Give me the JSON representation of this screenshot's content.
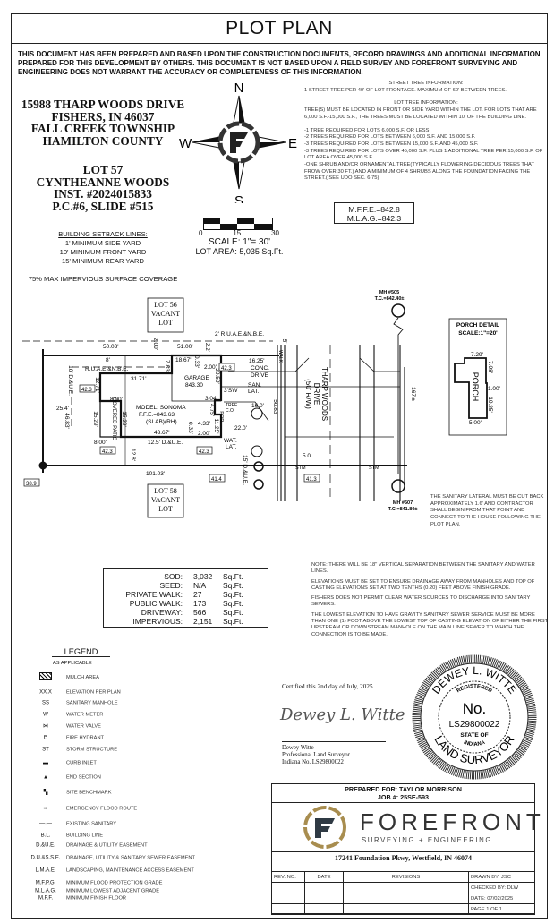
{
  "title": "PLOT PLAN",
  "disclaimer": "THIS DOCUMENT HAS BEEN PREPARED AND BASED UPON THE CONSTRUCTION DOCUMENTS, RECORD DRAWINGS AND ADDITIONAL INFORMATION PREPARED FOR THIS DEVELOPMENT BY OTHERS. THIS DOCUMENT IS NOT BASED UPON A FIELD SURVEY AND FOREFRONT SURVEYING AND ENGINEERING DOES NOT WARRANT THE ACCURACY OR COMPLETENESS OF THIS INFORMATION.",
  "address": [
    "15988 THARP WOODS DRIVE",
    "FISHERS, IN 46037",
    "FALL CREEK TOWNSHIP",
    "HAMILTON COUNTY"
  ],
  "lot": {
    "number": "LOT 57",
    "subdivision": "CYNTHEANNE WOODS",
    "inst": "INST. #2024015833",
    "slide": "P.C.#6, SLIDE #515"
  },
  "setback": {
    "heading": "BUILDING SETBACK LINES:",
    "lines": [
      "1' MINIMUM SIDE YARD",
      "10' MINIMUM FRONT YARD",
      "15' MINIMUM REAR YARD"
    ]
  },
  "impervious_note": "75% MAX IMPERVIOUS SURFACE COVERAGE",
  "compass": {
    "n": "N",
    "s": "S",
    "e": "E",
    "w": "W"
  },
  "scale": {
    "ticks": [
      "0",
      "15",
      "30"
    ],
    "label": "SCALE:  1\"=  30'",
    "lot_area": "LOT AREA: 5,035 Sq.Ft."
  },
  "trees": {
    "street_heading": "STREET TREE INFORMATION:",
    "street_text": "1 STREET TREE PER 40' OF LOT FRONTAGE. MAXIMUM OF 60' BETWEEN TREES.",
    "lot_heading": "LOT TREE INFORMATION:",
    "lot_text": "TREE(S) MUST BE LOCATED IN FRONT OR SIDE YARD WITHIN THE LOT. FOR LOTS THAT ARE 6,000 S.F.-15,000 S.F., THE TREES MUST BE LOCATED WITHIN 10' OF THE BUILDING LINE.",
    "rules": [
      "-1 TREE REQUIRED FOR LOTS 6,000 S.F. OR LESS",
      "-2 TREES REQUIRED FOR LOTS BETWEEN 6,000 S.F. AND 15,000 S.F.",
      "-3 TREES REQUIRED FOR LOTS BETWEEN 15,000 S.F. AND 45,000 S.F.",
      "-3 TREES REQUIRED FOR LOTS OVER 45,000 S.F. PLUS 1 ADDITIONAL TREE PER 15,000 S.F. OF LOT AREA OVER 45,000 S.F.",
      "-ONE SHRUB AND/OR ORNAMENTAL TREE(TYPICALLY FLOWERING DECIDOUS TREES THAT FROW OVER 30 FT.) AND A MINIMUM OF 4 SHRUBS ALONG THE FOUNDATION FACING THE STREET.( SEE UDO SEC. 6.75)"
    ]
  },
  "elevations": {
    "mffe": "M.F.F.E.=842.8",
    "mlag": "M.L.A.G.=842.3"
  },
  "plan": {
    "lot56": [
      "LOT 56",
      "VACANT",
      "LOT"
    ],
    "lot58": [
      "LOT 58",
      "VACANT",
      "LOT"
    ],
    "dims": {
      "d5003": "50.03'",
      "d51": "51.00'",
      "d200": "2.00'",
      "d22": "2.2'",
      "ruae_top": "2' R.U.A.E.&N.B.E.",
      "d5": "5'",
      "d8": "8'",
      "ruae": "R.U.A.E.&N.B.E.",
      "d3171": "31.71'",
      "d1867": "18.67'",
      "d033": "0.33'",
      "d783": "7.83'",
      "d200b": "2.00'",
      "d2050": "20.50'",
      "garage": "GARAGE",
      "garage_el": "843.30",
      "d1271": "12.71'",
      "d800": "8.00'",
      "d10": "10' D.&U.E.",
      "d254": "25.4'",
      "d4683": "46.83'",
      "d1529a": "15.29'",
      "d1529b": "15.29'",
      "patio": "COVERED PATIO",
      "model": "MODEL: SONOMA",
      "ffe": "F.F.E.=843.63",
      "slab": "(SLAB)(RH)",
      "d304": "3.04'",
      "d475": "4.75'",
      "d433": "4.33'",
      "d033b": "0.33'",
      "d200c": "2.00'",
      "d1125": "11.25'",
      "d4367": "43.67'",
      "d800b": "8.00'",
      "d125": "12.5' D.&U.E.",
      "d128": "12.8'",
      "d10103": "101.03'",
      "d15": "15' D.&U.E.",
      "d1625": "16.25'",
      "conc": "CONC.",
      "drive": "DRIVE",
      "sw": "3'SW",
      "san": "SAN.",
      "lat": "LAT.",
      "tree": "TREE",
      "co": "C.O.",
      "por": "POR.",
      "d160": "16.0'",
      "d220": "22.0'",
      "wat": "WAT.",
      "wlat": "LAT.",
      "d5083": "50.83'",
      "walk": "WALK",
      "d50": "5.0'",
      "d167": "167'±",
      "stm": "STM",
      "street1": "THARP WOODS",
      "street2": "DRIVE",
      "street3": "(50' R/W)"
    },
    "spot_elevations": [
      "42.3",
      "42.3",
      "42.3",
      "42.3",
      "41.4",
      "41.3",
      "38.9"
    ],
    "mh505": [
      "MH #505",
      "T.C.=842.40±"
    ],
    "mh507": [
      "MH #507",
      "T.C.=841.80±"
    ],
    "porch": {
      "title": "PORCH DETAIL",
      "scale": "SCALE:1\"=20'",
      "label": "PORCH",
      "dims": [
        "7.29'",
        "7.08'",
        "1.00'",
        "10.25'",
        "5.00'"
      ]
    }
  },
  "lateral_note": "THE SANITARY LATERAL MUST BE CUT BACK APPROXIMATELY 1.6' AND CONTRACTOR SHALL BEGIN FROM THAT POINT AND CONNECT TO THE HOUSE FOLLOWING THE PLOT PLAN.",
  "quantities": [
    {
      "label": "SOD:",
      "value": "3,032",
      "unit": "Sq.Ft."
    },
    {
      "label": "SEED:",
      "value": "N/A",
      "unit": "Sq.Ft."
    },
    {
      "label": "PRIVATE WALK:",
      "value": "27",
      "unit": "Sq.Ft."
    },
    {
      "label": "PUBLIC WALK:",
      "value": "173",
      "unit": "Sq.Ft."
    },
    {
      "label": "DRIVEWAY:",
      "value": "566",
      "unit": "Sq.Ft."
    },
    {
      "label": "IMPERVIOUS:",
      "value": "2,151",
      "unit": "Sq.Ft."
    }
  ],
  "notes": [
    "NOTE: THERE WILL BE 18\" VERTICAL SEPARATION BETWEEN THE SANITARY AND WATER LINES.",
    "ELEVATIONS MUST BE SET TO ENSURE DRAINAGE AWAY FROM MANHOLES AND TOP OF CASTING ELEVATIONS SET AT TWO TENTHS (0.20) FEET ABOVE FINISH GRADE.",
    "FISHERS DOES NOT PERMIT CLEAR WATER SOURCES TO DISCHARGE INTO SANITARY SEWERS.",
    "THE LOWEST ELEVATION TO HAVE GRAVITY SANITARY SEWER SERVICE MUST BE MORE THAN ONE (1) FOOT ABOVE THE LOWEST TOP OF CASTING ELEVATION OF EITHER THE FIRST UPSTREAM OR DOWNSTREAM MANHOLE ON THE MAIN LINE SEWER TO WHICH THE CONNECTION IS TO BE MADE."
  ],
  "legend": {
    "title": "LEGEND",
    "subtitle": "AS APPLICABLE",
    "items": [
      {
        "icon": "mulch-icon",
        "label": "MULCH AREA"
      },
      {
        "icon": "elevation-box-icon",
        "sym": "XX.X",
        "label": "ELEVATION PER PLAN"
      },
      {
        "icon": "sanitary-manhole-icon",
        "sym": "SS",
        "label": "SANITARY MANHOLE"
      },
      {
        "icon": "water-meter-icon",
        "sym": "W",
        "label": "WATER METER"
      },
      {
        "icon": "water-valve-icon",
        "sym": "⋈",
        "label": "WATER VALVE"
      },
      {
        "icon": "fire-hydrant-icon",
        "sym": "Ծ",
        "label": "FIRE HYDRANT"
      },
      {
        "icon": "storm-structure-icon",
        "sym": "ST",
        "label": "STORM STRUCTURE"
      },
      {
        "icon": "curb-inlet-icon",
        "sym": "▬",
        "label": "CURB INLET"
      },
      {
        "icon": "end-section-icon",
        "sym": "▲",
        "label": "END SECTION"
      },
      {
        "icon": "site-benchmark-icon",
        "sym": "▚",
        "label": "SITE BENCHMARK"
      },
      {
        "icon": "arrow-right-icon",
        "sym": "➡",
        "label": "EMERGENCY FLOOD ROUTE"
      },
      {
        "icon": "sanitary-line-icon",
        "sym": "—·—",
        "label": "EXISTING SANITARY"
      },
      {
        "sym": "B.L.",
        "label": "BUILDING LINE"
      },
      {
        "sym": "D.&U.E.",
        "label": "DRAINAGE & UTILITY EASEMENT"
      },
      {
        "sym": "D.U.&S.S.E.",
        "label": "DRAINAGE, UTILITY & SANITARY SEWER EASEMENT"
      },
      {
        "sym": "L.M.A.E.",
        "label": "LANDSCAPING, MAINTENANCE ACCESS EASEMENT"
      },
      {
        "sym": "M.F.P.G.",
        "label": "MINIMUM FLOOD PROTECTION GRADE"
      },
      {
        "sym": "M.L.A.G.",
        "label": "MINIMUM LOWEST ADJACENT GRADE"
      },
      {
        "sym": "M.F.F.",
        "label": "MINIMUM FINISH FLOOR"
      }
    ]
  },
  "certification": {
    "text": "Certified this 2nd day of July, 2025",
    "signature": "Dewey L. Witte",
    "name": "Dewey Witte",
    "title": "Professional Land Surveyor",
    "license": "Indiana No. LS29800022"
  },
  "seal": {
    "name": "DEWEY L. WITTE",
    "registered": "REGISTERED",
    "no": "No.",
    "number": "LS29800022",
    "state_of": "STATE OF",
    "state": "INDIANA",
    "bottom": "LAND SURVEYOR"
  },
  "titleblock": {
    "prepared_for": "PREPARED FOR: TAYLOR MORRISON",
    "job": "JOB #: 25SE-593",
    "brand": "FOREFRONT",
    "brand_sub": "SURVEYING + ENGINEERING",
    "address": "17241 Foundation Pkwy, Westfield, IN 46074",
    "rev_headers": [
      "REV. NO.",
      "DATE",
      "REVISIONS"
    ],
    "drawn_by": "DRAWN BY: JSC",
    "checked_by": "CHECKED BY: DLW",
    "date": "DATE: 07/02/2025",
    "page": "PAGE 1 OF 1"
  },
  "colors": {
    "logo_gold": "#a88d4f",
    "logo_dark": "#2f3a44"
  }
}
